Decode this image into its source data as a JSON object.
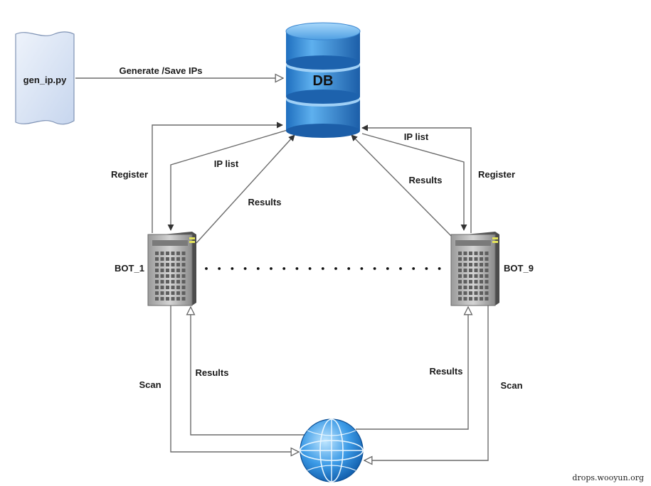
{
  "nodes": {
    "script": {
      "label": "gen_ip.py"
    },
    "database": {
      "label": "DB"
    },
    "bot_left": {
      "label": "BOT_1"
    },
    "bot_right": {
      "label": "BOT_9"
    }
  },
  "edges": {
    "generate": "Generate /Save IPs",
    "register_left": "Register",
    "register_right": "Register",
    "iplist_left": "IP list",
    "iplist_right": "IP list",
    "results_db_left": "Results",
    "results_db_right": "Results",
    "results_net_left": "Results",
    "results_net_right": "Results",
    "scan_left": "Scan",
    "scan_right": "Scan"
  },
  "watermark": "drops.wooyun.org"
}
